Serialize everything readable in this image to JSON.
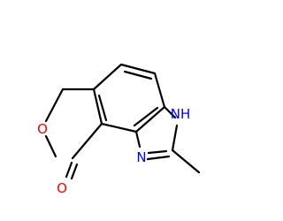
{
  "molecule": {
    "atoms": {
      "oxygen_ring": {
        "label": "O",
        "color": "#ff0000"
      },
      "oxygen_carbonyl": {
        "label": "O",
        "color": "#ff0000"
      },
      "nitrogen_imine": {
        "label": "N",
        "color": "#0000ff"
      },
      "nitrogen_nh": {
        "label": "NH",
        "color": "#0000ff"
      }
    },
    "bond_color": "#000000"
  }
}
